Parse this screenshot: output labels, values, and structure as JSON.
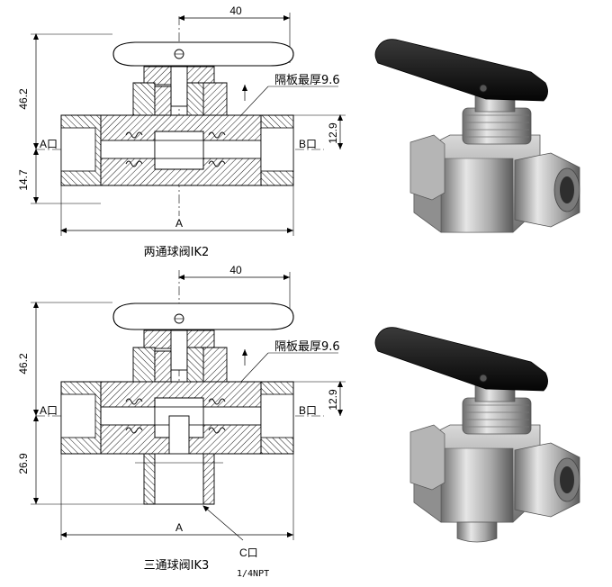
{
  "top_drawing": {
    "dim_width": "40",
    "dim_height_upper": "46.2",
    "dim_height_lower": "14.7",
    "dim_right": "12.9",
    "plate_label": "隔板最厚9.6",
    "port_a": "A口",
    "port_b": "B口",
    "dim_length": "A",
    "caption": "两通球阀IK2"
  },
  "bottom_drawing": {
    "dim_width": "40",
    "dim_height_upper": "46.2",
    "dim_height_lower": "26.9",
    "dim_right": "12.9",
    "plate_label": "隔板最厚9.6",
    "port_a": "A口",
    "port_b": "B口",
    "dim_length": "A",
    "port_c": "C口",
    "port_c_thread": "1/4NPT",
    "caption": "三通球阀IK3"
  },
  "colors": {
    "line": "#000000",
    "handle": "#111111",
    "steel_light": "#d9d9d9",
    "steel_mid": "#a8a8a8",
    "steel_dark": "#6e6e6e",
    "hatch_bg": "#ffffff"
  }
}
